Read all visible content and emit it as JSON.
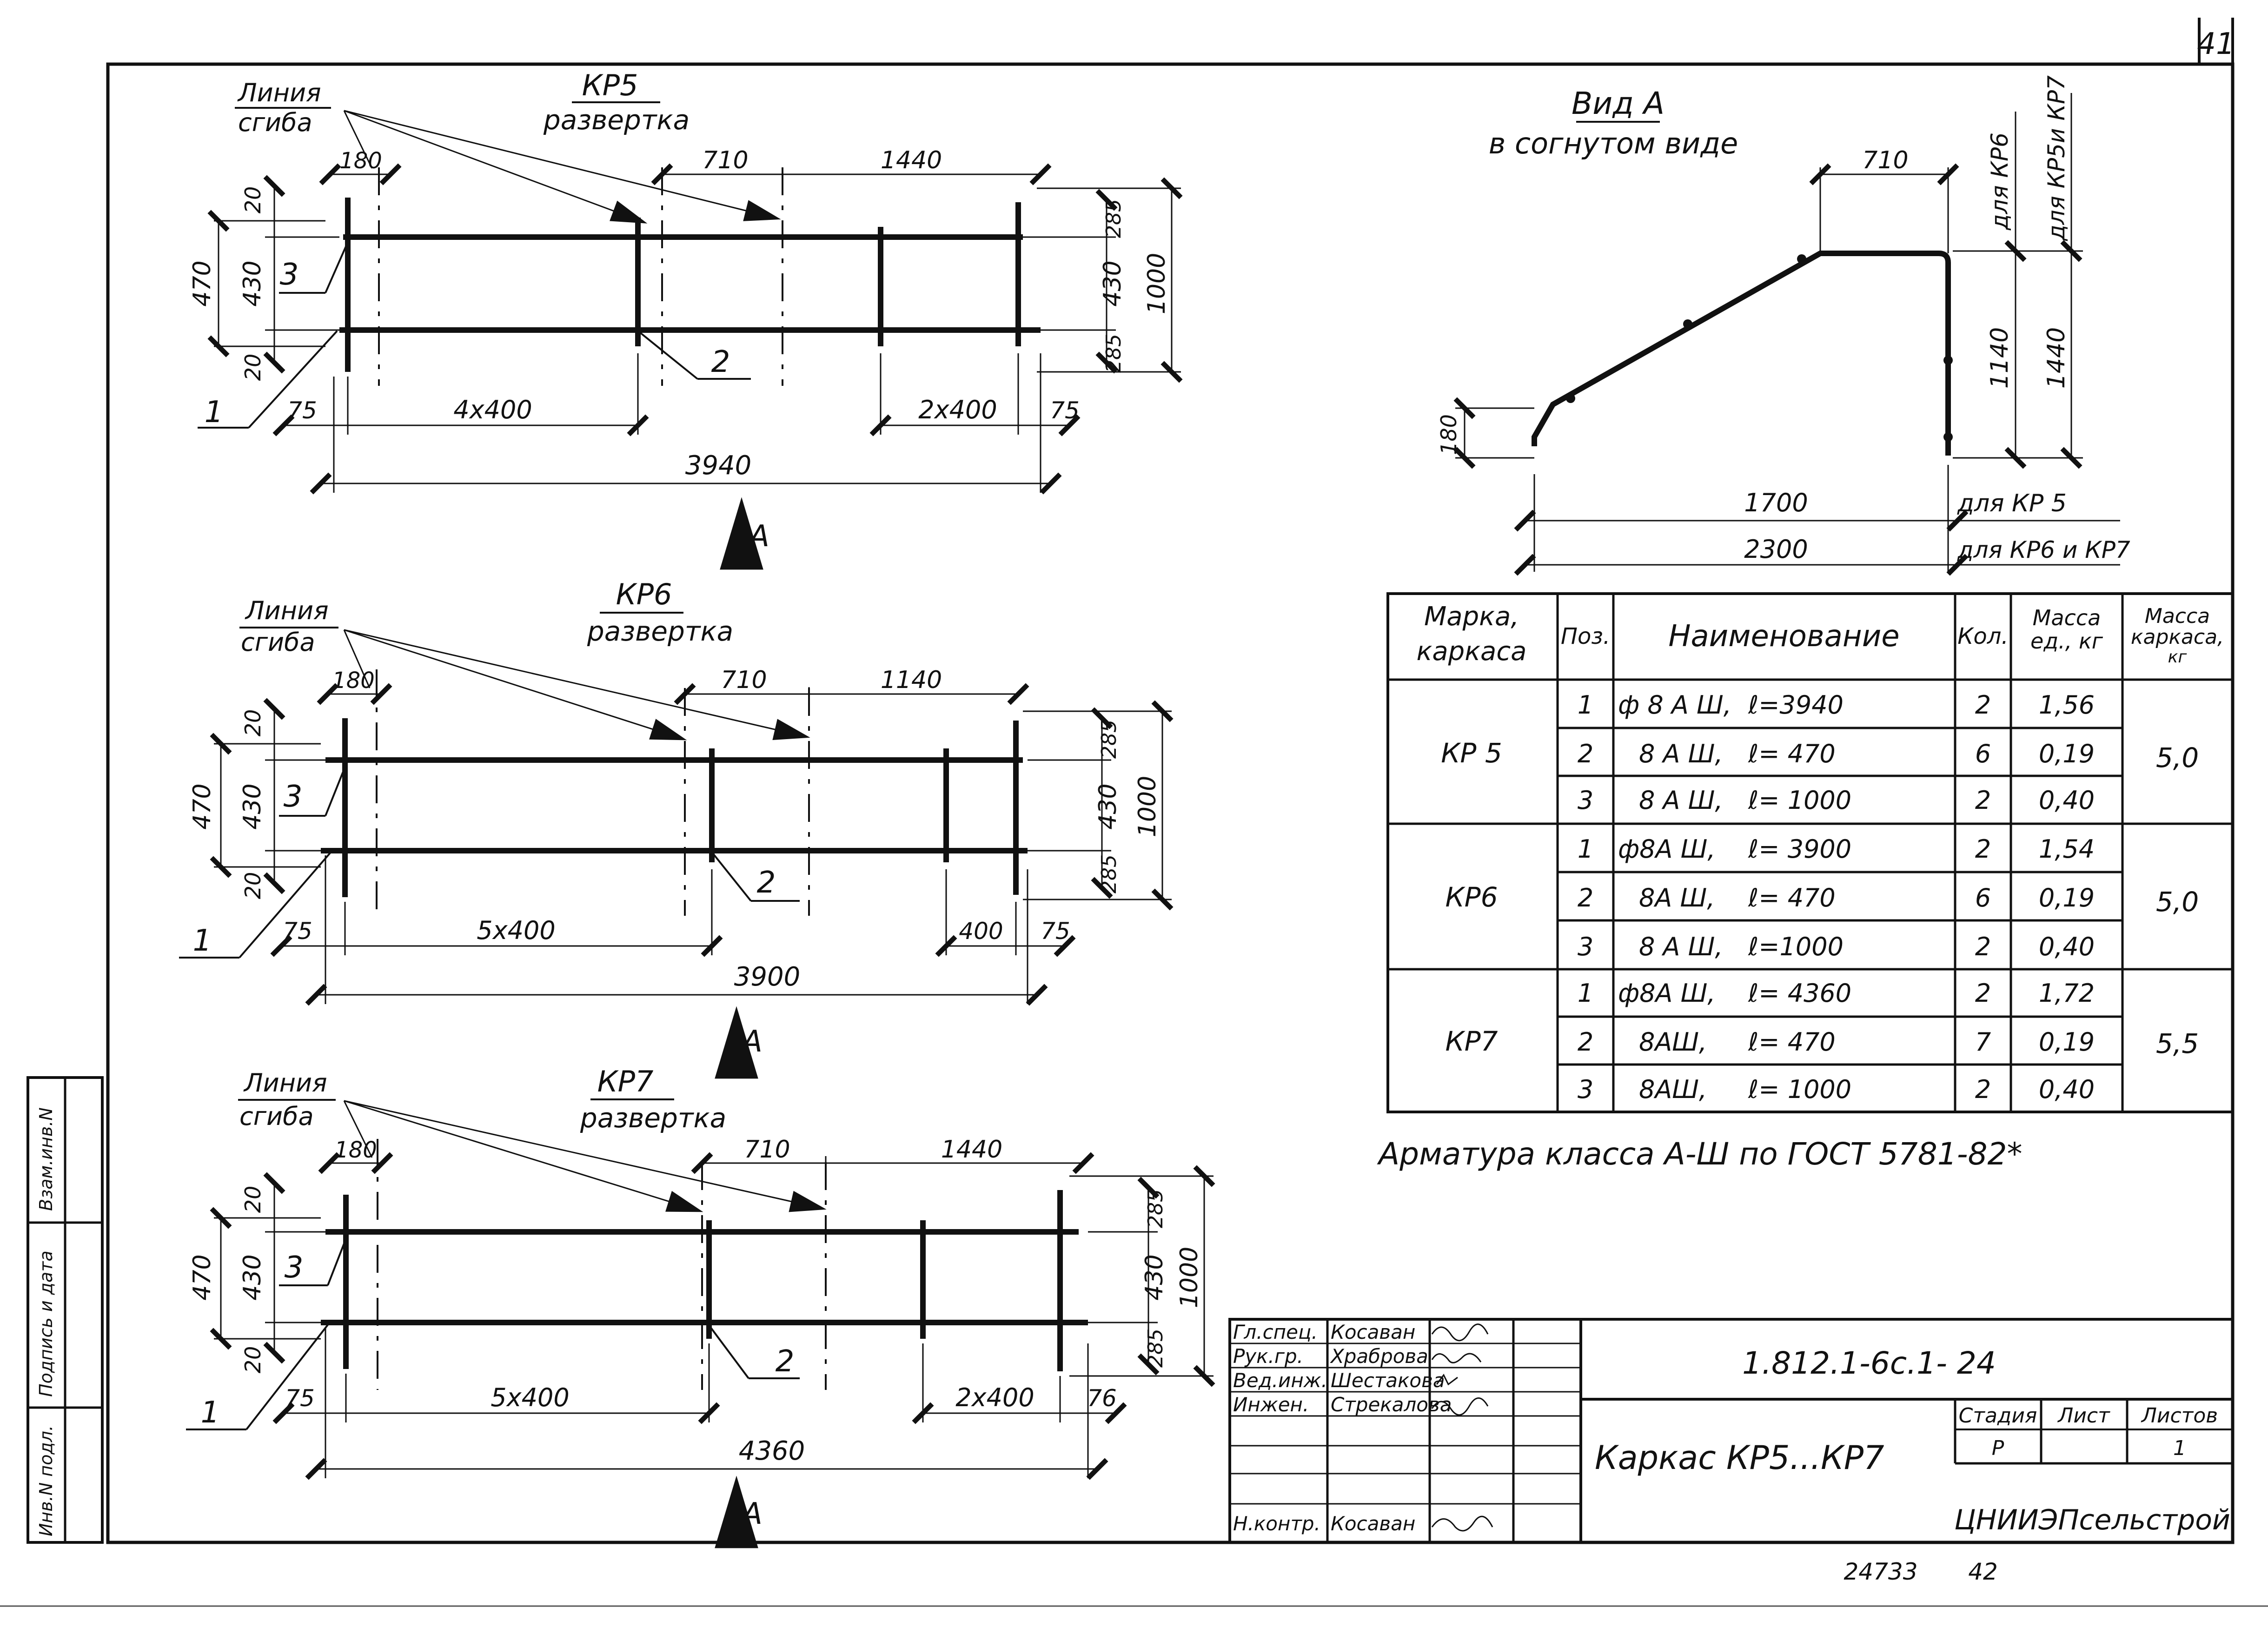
{
  "sheet_number": "41",
  "kr5": {
    "bend_line": [
      "Линия",
      "сгиба"
    ],
    "title": "КР5",
    "subtitle": "развертка",
    "dims_top": [
      "180",
      "710",
      "1440"
    ],
    "dims_left": [
      "20",
      "430",
      "20"
    ],
    "dim_470": "470",
    "dims_right": [
      "285",
      "430",
      "285"
    ],
    "dim_1000": "1000",
    "dims_bottom": [
      "75",
      "4х400",
      "2х400",
      "75"
    ],
    "overall": "3940",
    "positions": [
      "1",
      "2",
      "3"
    ],
    "view_arrow": "А"
  },
  "kr6": {
    "bend_line": [
      "Линия",
      "сгиба"
    ],
    "title": "КР6",
    "subtitle": "развертка",
    "dims_top": [
      "180",
      "710",
      "1140"
    ],
    "dims_left": [
      "20",
      "430",
      "20"
    ],
    "dim_470": "470",
    "dims_right": [
      "285",
      "430",
      "285"
    ],
    "dim_1000": "1000",
    "dims_bottom": [
      "75",
      "5х400",
      "400",
      "75"
    ],
    "overall": "3900",
    "positions": [
      "1",
      "2",
      "3"
    ],
    "view_arrow": "А"
  },
  "kr7": {
    "bend_line": [
      "Линия",
      "сгиба"
    ],
    "title": "КР7",
    "subtitle": "развертка",
    "dims_top": [
      "180",
      "710",
      "1440"
    ],
    "dims_left": [
      "20",
      "430",
      "20"
    ],
    "dim_470": "470",
    "dims_right": [
      "285",
      "430",
      "285"
    ],
    "dim_1000": "1000",
    "dims_bottom": [
      "75",
      "5х400",
      "2х400",
      "76"
    ],
    "overall": "4360",
    "positions": [
      "1",
      "2",
      "3"
    ],
    "view_arrow": "А"
  },
  "view_a": {
    "title": "Вид А",
    "subtitle": "в согнутом виде",
    "dim_top": "710",
    "dim_left": "180",
    "dim_1140": "1140",
    "dim_1440": "1440",
    "label_kr6": "для КР6",
    "label_kr5kr7": "для КР5и КР7",
    "dim_1700": "1700",
    "dim_2300": "2300",
    "for_kr5": "для КР 5",
    "for_kr6kr7": "для КР6 и КР7"
  },
  "spec_table": {
    "headers": [
      "Марка, каркаса",
      "Поз.",
      "Наименование",
      "Кол.",
      "Масса ед., кг",
      "Масса каркаса, кг"
    ],
    "groups": [
      {
        "mark": "КР 5",
        "mass": "5,0",
        "rows": [
          {
            "pos": "1",
            "name": "ф 8 А Ш,",
            "length": "ℓ=3940",
            "qty": "2",
            "unit_mass": "1,56"
          },
          {
            "pos": "2",
            "name": "8 А Ш,",
            "length": "ℓ= 470",
            "qty": "6",
            "unit_mass": "0,19"
          },
          {
            "pos": "3",
            "name": "8 А Ш,",
            "length": "ℓ= 1000",
            "qty": "2",
            "unit_mass": "0,40"
          }
        ]
      },
      {
        "mark": "КР6",
        "mass": "5,0",
        "rows": [
          {
            "pos": "1",
            "name": "ф8А Ш,",
            "length": "ℓ= 3900",
            "qty": "2",
            "unit_mass": "1,54"
          },
          {
            "pos": "2",
            "name": "8А Ш,",
            "length": "ℓ= 470",
            "qty": "6",
            "unit_mass": "0,19"
          },
          {
            "pos": "3",
            "name": "8 А Ш,",
            "length": "ℓ=1000",
            "qty": "2",
            "unit_mass": "0,40"
          }
        ]
      },
      {
        "mark": "КР7",
        "mass": "5,5",
        "rows": [
          {
            "pos": "1",
            "name": "ф8А Ш,",
            "length": "ℓ= 4360",
            "qty": "2",
            "unit_mass": "1,72"
          },
          {
            "pos": "2",
            "name": "8АШ,",
            "length": "ℓ= 470",
            "qty": "7",
            "unit_mass": "0,19"
          },
          {
            "pos": "3",
            "name": "8АШ,",
            "length": "ℓ= 1000",
            "qty": "2",
            "unit_mass": "0,40"
          }
        ]
      }
    ],
    "note": "Арматура класса А-Ш по ГОСТ 5781-82*"
  },
  "title_block": {
    "roles": [
      "Гл.спец.",
      "Рук.гр.",
      "Вед.инж.",
      "Инжен.",
      "Н.контр."
    ],
    "names": [
      "Косаван",
      "Храброва",
      "Шестакова",
      "Стрекалова",
      "Косаван"
    ],
    "designation": "1.812.1-6с.1- 24",
    "title": "Каркас КР5...КР7",
    "stage_header": "Стадия",
    "sheet_header": "Лист",
    "sheets_header": "Листов",
    "stage": "Р",
    "sheets_count": "1",
    "organization": "ЦНИИЭПсельстрой"
  },
  "side_stamp": [
    "Инв.N подл.",
    "Подпись и дата",
    "Взам.инв.N"
  ],
  "bottom_numbers": [
    "24733",
    "42"
  ]
}
